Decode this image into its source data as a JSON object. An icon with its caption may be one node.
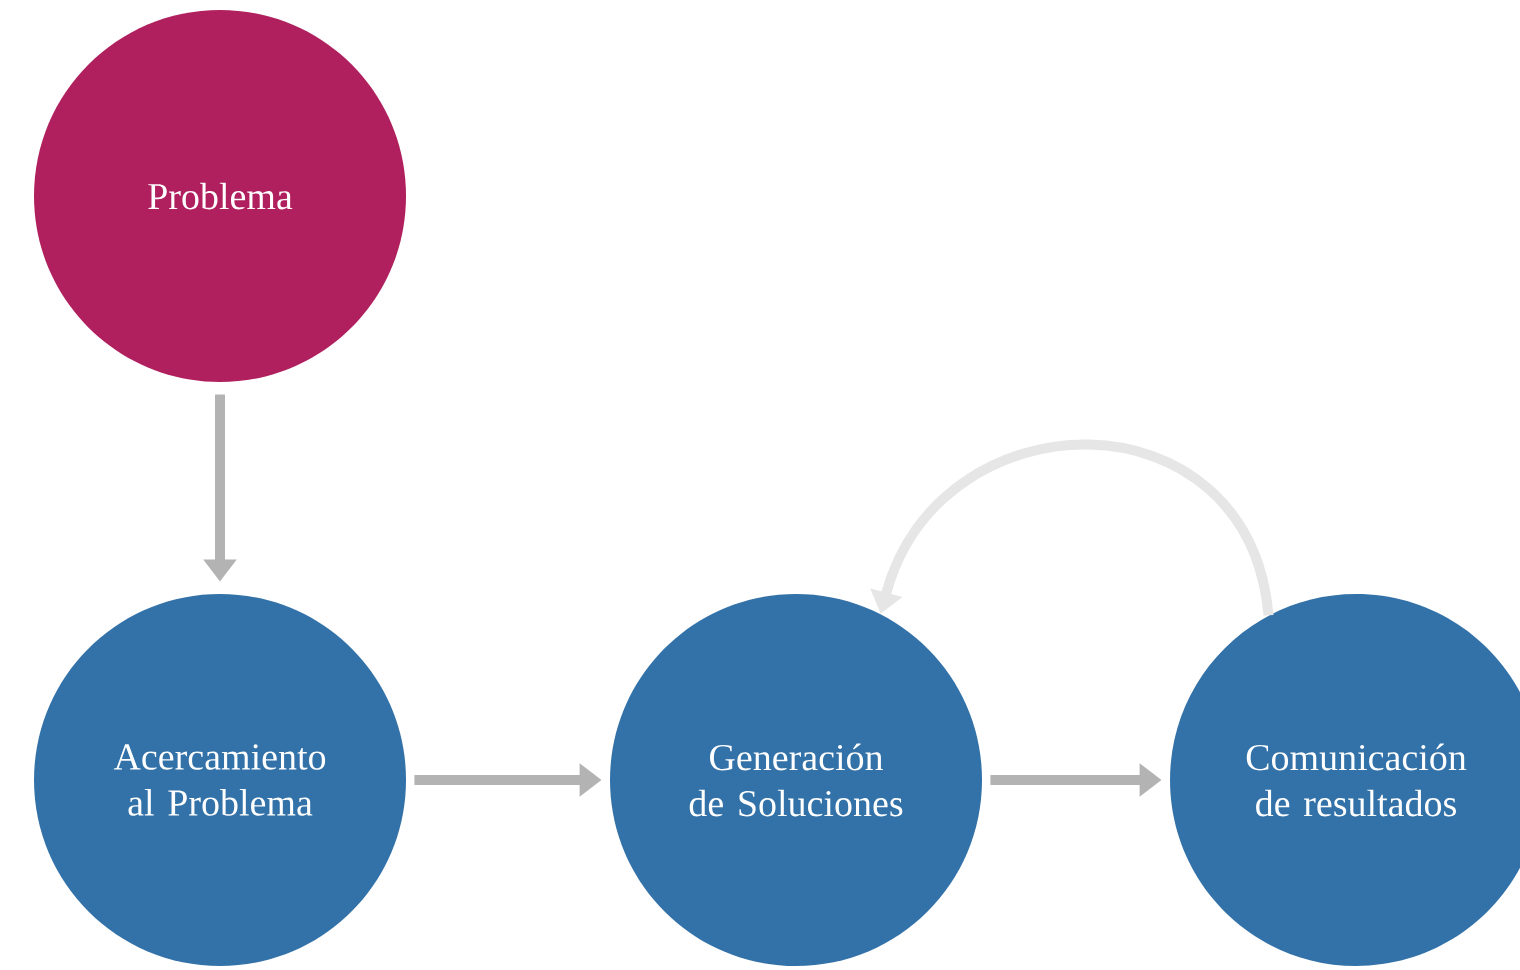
{
  "diagram": {
    "nodes": [
      {
        "text": [
          "Problema"
        ]
      },
      {
        "text": [
          "Acercamiento al Problema"
        ]
      },
      {
        "text": [
          "Generación de Soluciones"
        ]
      },
      {
        "text": [
          "Comunicación de resultados"
        ]
      }
    ],
    "edges": [
      {
        "from": 0,
        "to": 1,
        "arrow": "to"
      },
      {
        "from": 1,
        "to": 2,
        "arrow": "to"
      },
      {
        "from": 2,
        "to": 3,
        "arrow": "to"
      },
      {
        "from": 3,
        "to": 2,
        "arrow": "to",
        "color": "#e6e6e6"
      }
    ]
  }
}
